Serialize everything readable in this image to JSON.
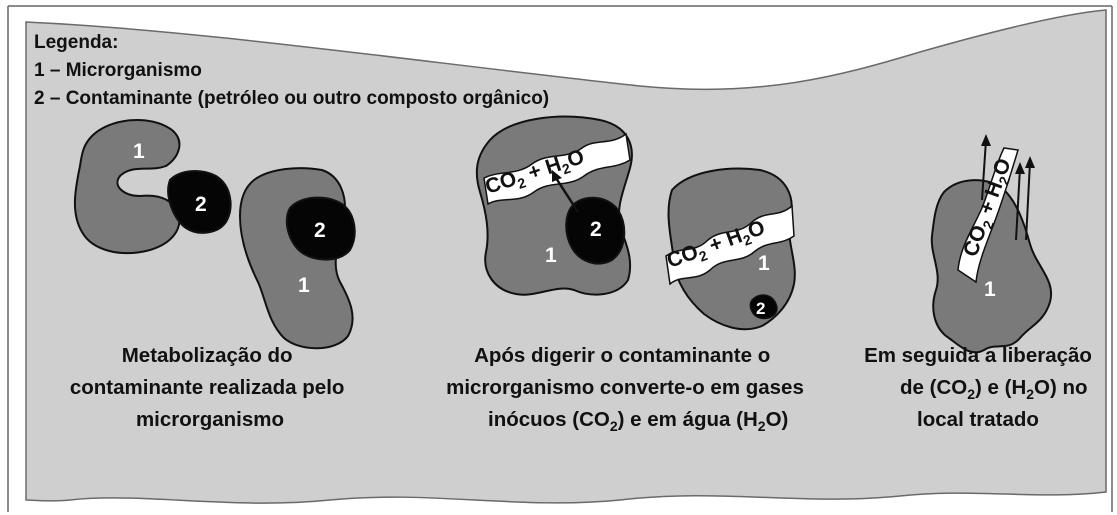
{
  "legend": {
    "title": "Legenda:",
    "item1": "1 – Microrganismo",
    "item2": "2 – Contaminante (petróleo ou outro composto orgânico)"
  },
  "labels": {
    "microorganism": "1",
    "contaminant": "2"
  },
  "formula": {
    "co": "CO",
    "sub2": "2",
    "plus": " + H",
    "sub_h": "2",
    "o": "O"
  },
  "steps": [
    {
      "caption_lines": [
        "Metabolização do",
        "contaminante realizada pelo",
        "microrganismo"
      ]
    },
    {
      "caption_lines": [
        "Após digerir o contaminante o",
        "microrganismo converte-o em gases",
        "inócuos (CO",
        "2",
        ") e em água (H",
        "2",
        "O)"
      ]
    },
    {
      "caption_lines": [
        "Em seguida a liberação",
        "de (CO",
        "2",
        ") e (H",
        "2",
        "O) no",
        "local tratado"
      ]
    }
  ],
  "colors": {
    "background": "#cfcfcf",
    "microorganism": "#7a7a7a",
    "contaminant": "#050505",
    "outline": "#111111",
    "gas": "#ffffff"
  }
}
